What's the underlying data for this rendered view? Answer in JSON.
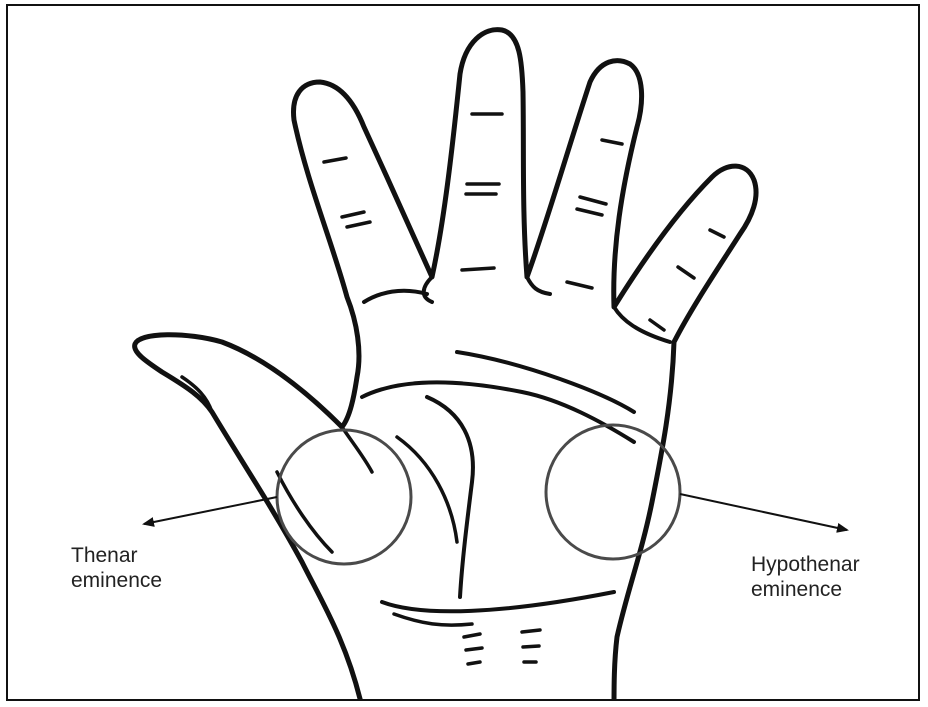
{
  "labels": {
    "thenar": [
      "Thenar",
      "eminence"
    ],
    "hypothenar": [
      "Hypothenar",
      "eminence"
    ]
  },
  "colors": {
    "outline": "#111111",
    "circle": "#4a4a4a",
    "arrow": "#111111",
    "text": "#222222",
    "background": "#ffffff"
  }
}
